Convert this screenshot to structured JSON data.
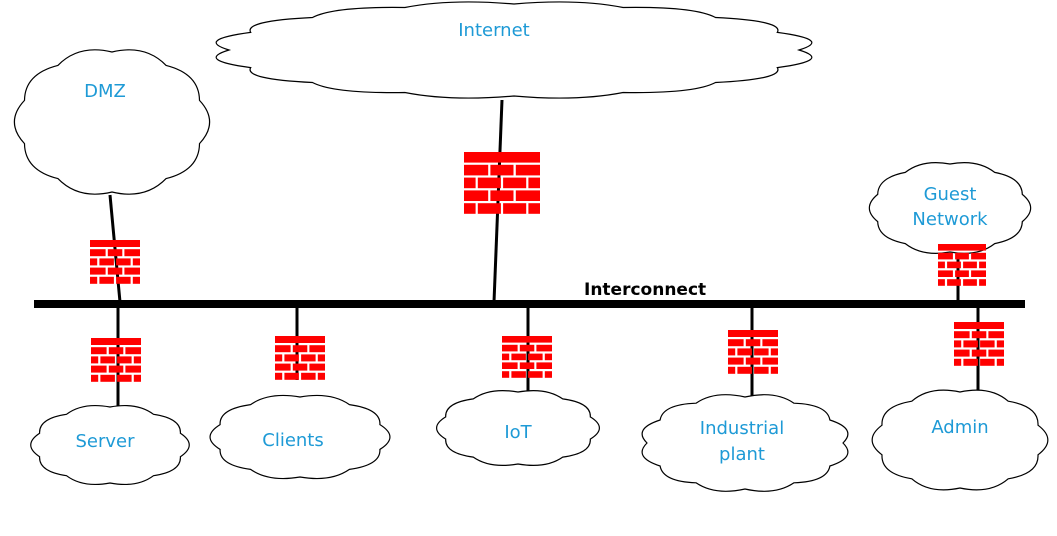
{
  "diagram": {
    "bus": {
      "label": "Interconnect"
    },
    "clouds": [
      {
        "id": "internet",
        "lines": [
          "Internet"
        ]
      },
      {
        "id": "dmz",
        "lines": [
          "DMZ"
        ]
      },
      {
        "id": "guest",
        "lines": [
          "Guest",
          "Network"
        ]
      },
      {
        "id": "server",
        "lines": [
          "Server"
        ]
      },
      {
        "id": "clients",
        "lines": [
          "Clients"
        ]
      },
      {
        "id": "iot",
        "lines": [
          "IoT"
        ]
      },
      {
        "id": "industrial",
        "lines": [
          "Industrial",
          "plant"
        ]
      },
      {
        "id": "admin",
        "lines": [
          "Admin"
        ]
      }
    ],
    "firewall_icon": "firewall-brick-wall-icon",
    "colors": {
      "firewall": "#ff0000",
      "label": "#1e9ad6",
      "line": "#000000",
      "cloud_fill": "#ffffff"
    }
  }
}
